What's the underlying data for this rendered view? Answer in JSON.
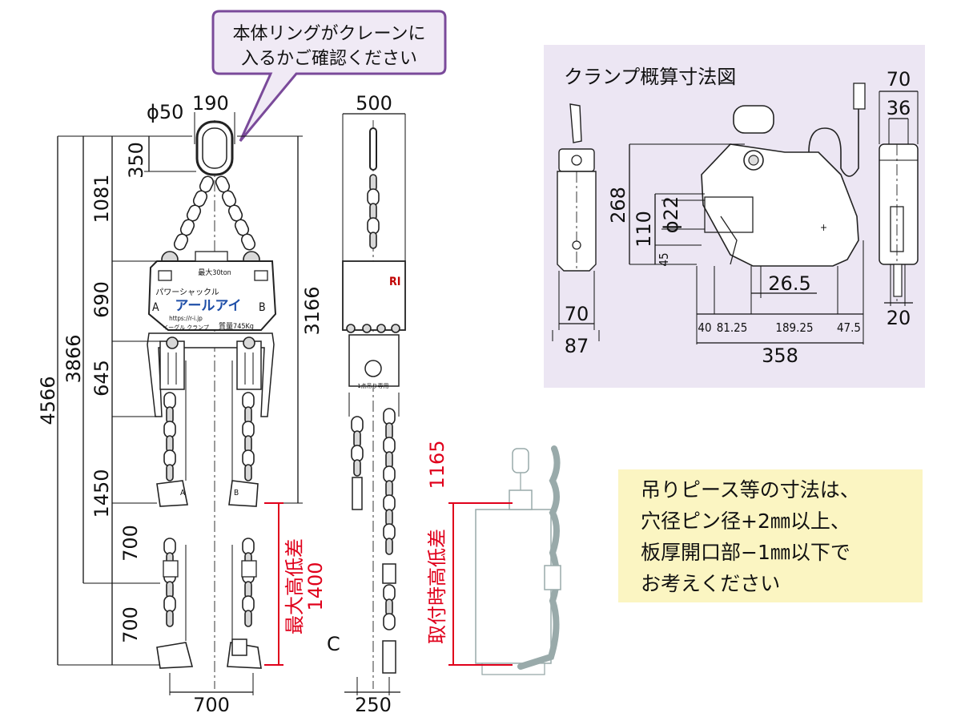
{
  "callout": {
    "line1": "本体リングがクレーンに",
    "line2": "入るかご確認ください",
    "fill": "#f0eaf5",
    "border": "#7a4a9a"
  },
  "clamp_panel": {
    "title": "クランプ概算寸法図",
    "background": "#ece6f3",
    "dims": {
      "d70_top": "70",
      "d36": "36",
      "d268": "268",
      "d110": "110",
      "d22": "ϕ22",
      "d45": "45",
      "d26_5": "26.5",
      "d70_left": "70",
      "d87": "87",
      "d20": "20",
      "d40": "40",
      "d81_25": "81.25",
      "d189_25": "189.25",
      "d47_5": "47.5",
      "d358": "358"
    }
  },
  "front_view": {
    "dims": {
      "phi50": "ϕ50",
      "d190": "190",
      "d350": "350",
      "d1081": "1081",
      "d690": "690",
      "d645": "645",
      "d1450": "1450",
      "d700a": "700",
      "d700b": "700",
      "d3866": "3866",
      "d4566": "4566",
      "d3166": "3166",
      "d700_bottom": "700"
    },
    "labels": {
      "max_load": "最大30ton",
      "product": "パワーシャックル",
      "brand": "アールアイ",
      "url": "https://r-i.jp",
      "mass": "質量745Kg",
      "clamp": "イーグル クランプ",
      "a": "A",
      "b": "B",
      "ha": "A",
      "hb": "B"
    },
    "red_label": {
      "text": "最大高低差",
      "value": "1400"
    }
  },
  "side_view": {
    "dims": {
      "d500": "500",
      "d250": "250"
    },
    "label_c": "C",
    "logo": "RI",
    "plate": "1点吊り専用"
  },
  "suspend_view": {
    "red_label": {
      "text": "取付時高低差",
      "value": "1165"
    }
  },
  "note": {
    "background": "#fbf5c2",
    "line1": "吊りピース等の寸法は、",
    "line2": "穴径ピン径+2㎜以上、",
    "line3": "板厚開口部−1㎜以下で",
    "line4": "お考えください"
  },
  "colors": {
    "red": "#e0001b",
    "brand_blue": "#1f4fa8"
  }
}
